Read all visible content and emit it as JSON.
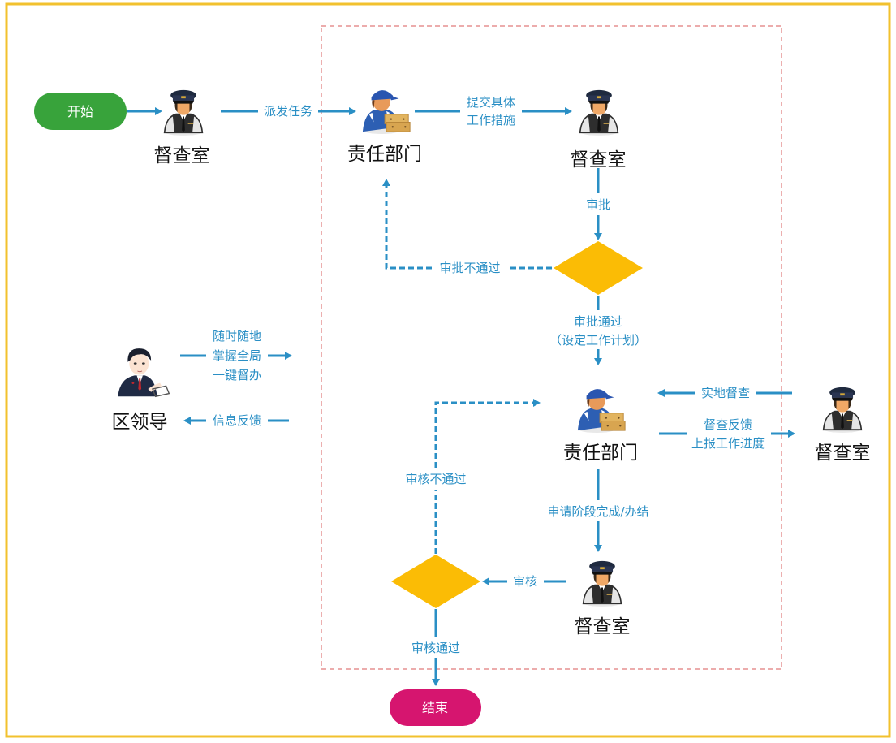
{
  "colors": {
    "frame": "#f2c12e",
    "inner_dashed_border": "#e07a7a",
    "arrow": "#2a8fc5",
    "decision": "#fbbc05",
    "start": "#38a33b",
    "end": "#d6156f",
    "label_text": "#2a8fc5",
    "node_text": "#111111"
  },
  "terminals": {
    "start": "开始",
    "end": "结束"
  },
  "nodes": {
    "supervision_office_1": {
      "label": "督查室",
      "icon": "officer-icon"
    },
    "responsible_dept_1": {
      "label": "责任部门",
      "icon": "delivery-worker-icon"
    },
    "supervision_office_2": {
      "label": "督查室",
      "icon": "officer-icon"
    },
    "responsible_dept_2": {
      "label": "责任部门",
      "icon": "delivery-worker-icon"
    },
    "supervision_office_3": {
      "label": "督查室",
      "icon": "officer-icon"
    },
    "supervision_office_4": {
      "label": "督查室",
      "icon": "officer-icon"
    },
    "district_leader": {
      "label": "区领导",
      "icon": "leader-icon"
    }
  },
  "edges": {
    "dispatch": "派发任务",
    "submit_line1": "提交具体",
    "submit_line2": "工作措施",
    "approve": "审批",
    "approve_rejected": "审批不通过",
    "approve_passed_line1": "审批通过",
    "approve_passed_line2": "（设定工作计划）",
    "onsite_inspection": "实地督查",
    "feedback_line1": "督查反馈",
    "feedback_line2": "上报工作进度",
    "apply_completion": "申请阶段完成/办结",
    "review": "审核",
    "review_rejected": "审核不通过",
    "review_passed": "审核通过",
    "leader_line1": "随时随地",
    "leader_line2": "掌握全局",
    "leader_line3": "一键督办",
    "info_feedback": "信息反馈"
  }
}
